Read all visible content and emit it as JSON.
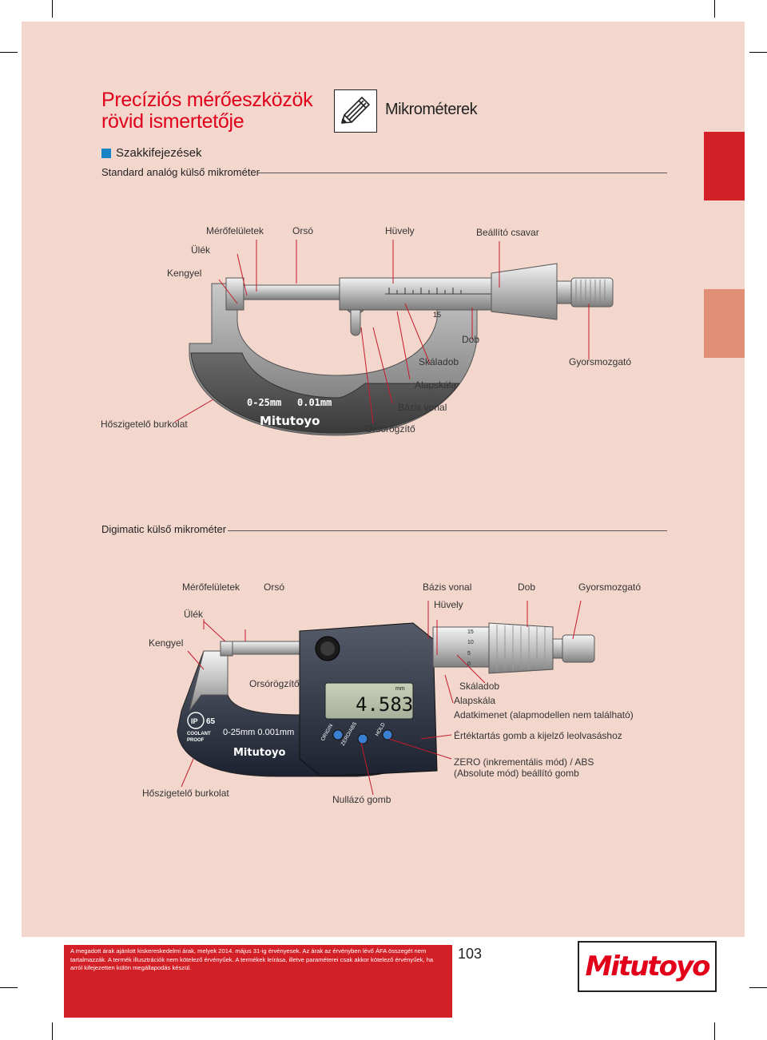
{
  "header": {
    "title_line1": "Precíziós mérőeszközök",
    "title_line2": "rövid ismertetője",
    "section_title": "Mikrométerek",
    "icon": "pencil-in-box-icon"
  },
  "section": {
    "heading": "Szakkifejezések",
    "analog_subtitle": "Standard analóg külső mikrométer",
    "digimatic_subtitle": "Digimatic külső mikrométer"
  },
  "analog": {
    "labels": {
      "merofeluletek": "Mérőfelületek",
      "orso": "Orsó",
      "huvely": "Hüvely",
      "beallito": "Beállító csavar",
      "ulek": "Ülék",
      "kengyel": "Kengyel",
      "dob": "Dob",
      "skaladob": "Skáladob",
      "gyorsmozgato": "Gyorsmozgató",
      "alapskala": "Alapskála",
      "bazis": "Bázis vonal",
      "hoszigetelo": "Hőszigetelő burkolat",
      "orsorogzito": "Orsórögzítő"
    },
    "frame_range": "0-25mm",
    "frame_resolution": "0.01mm",
    "frame_brand": "Mitutoyo",
    "scale_number": "15"
  },
  "digimatic": {
    "labels": {
      "merofeluletek": "Mérőfelületek",
      "orso": "Orsó",
      "bazis": "Bázis vonal",
      "dob": "Dob",
      "gyorsmozgato": "Gyorsmozgató",
      "huvely": "Hüvely",
      "ulek": "Ülék",
      "kengyel": "Kengyel",
      "orsorogzito": "Orsórögzítő",
      "skaladob": "Skáladob",
      "alapskala": "Alapskála",
      "adatkimenet": "Adatkimenet (alapmodellen nem található)",
      "ertektartas": "Értéktartás gomb a kijelző leolvasáshoz",
      "zero_line1": "ZERO (inkrementális mód) / ABS",
      "zero_line2": "(Absolute mód) beállító gomb",
      "hoszigetelo": "Hőszigetelő burkolat",
      "nullazo": "Nullázó gomb"
    },
    "display_value": "4.583",
    "display_unit": "mm",
    "ip_rating": "65",
    "ip_prefix": "IP",
    "coolant_line1": "COOLANT",
    "coolant_line2": "PROOF",
    "frame_range": "0-25mm 0.001mm",
    "frame_brand": "Mitutoyo",
    "btn_origin": "ORIGIN",
    "btn_zero": "ZERO/ABS",
    "btn_hold": "HOLD",
    "thimble_numbers": [
      "15",
      "10",
      "5",
      "0"
    ]
  },
  "footer": {
    "disclaimer": "A megadott árak ajánlott kiskereskedelmi árak, melyek 2014. május 31-ig érvényesek. Az árak az érvényben lévő ÁFA összegét nem tartalmazzák. A termék illusztrációk nem kötelező érvényűek. A termékek leírása, illetve paraméterei csak akkor kötelező érvényűek, ha arról kifejezetten külön megállapodás készül.",
    "page_number": "103",
    "logo_text": "Mitutoyo"
  },
  "colors": {
    "page_bg": "#f3d7cd",
    "brand_red": "#d31f26",
    "title_red": "#e0001b",
    "accent_blue": "#1583c4",
    "tab_light": "#e28f78"
  }
}
